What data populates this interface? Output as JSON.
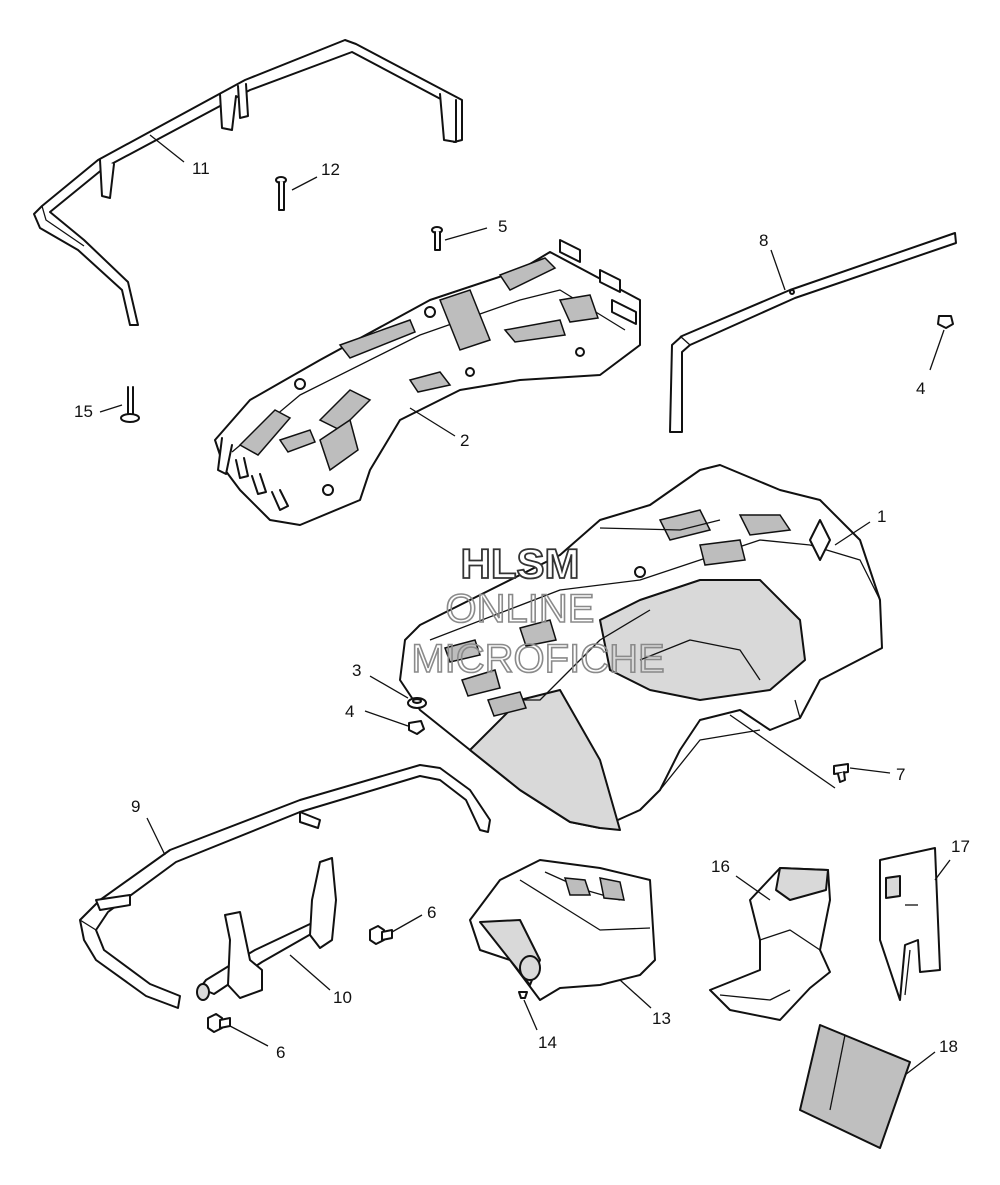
{
  "watermark": {
    "line1": "HLSM",
    "line2": "ONLINE",
    "line3": "MICROFICHE",
    "color": "#8a8a8a"
  },
  "callouts": {
    "c1": "1",
    "c2": "2",
    "c3": "3",
    "c4a": "4",
    "c4b": "4",
    "c5": "5",
    "c6a": "6",
    "c6b": "6",
    "c7": "7",
    "c8": "8",
    "c9": "9",
    "c10": "10",
    "c11": "11",
    "c12": "12",
    "c13": "13",
    "c14": "14",
    "c15": "15",
    "c16": "16",
    "c17": "17",
    "c18": "18"
  }
}
